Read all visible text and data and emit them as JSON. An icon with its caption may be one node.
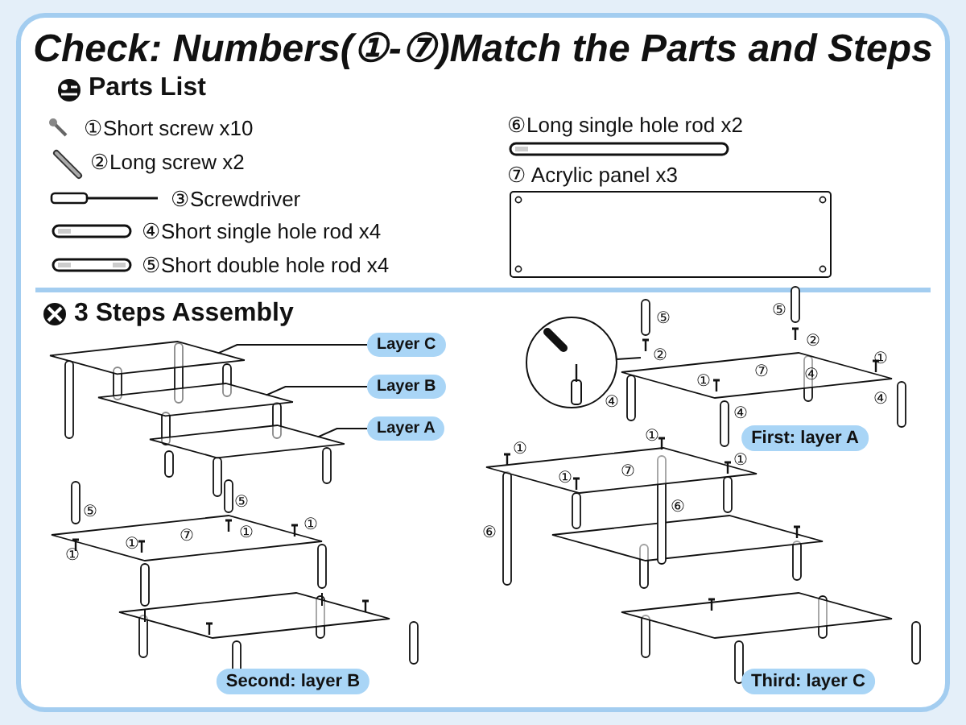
{
  "diagram": {
    "title": "Check: Numbers(①-⑦)Match the Parts and Steps",
    "nodes": [
      {
        "text": [
          "Layer C"
        ]
      },
      {
        "text": [
          "Layer B"
        ]
      },
      {
        "text": [
          "Layer A"
        ]
      },
      {
        "text": [],
        "shape": "panel"
      },
      {
        "text": [],
        "shape": "panel"
      },
      {
        "text": [],
        "shape": "panel"
      }
    ],
    "edges": [
      {
        "from": 0,
        "to": 3,
        "arrow": "none"
      },
      {
        "from": 1,
        "to": 4,
        "arrow": "none"
      },
      {
        "from": 2,
        "to": 5,
        "arrow": "none"
      }
    ],
    "labels": [
      "Parts List",
      "①Short screw x10",
      "②Long screw x2",
      "③Screwdriver",
      "④Short single hole rod x4",
      "⑤Short double hole rod x4",
      "⑥Long single hole rod x2",
      "⑦ Acrylic panel x3",
      "3 Steps Assembly",
      "⑤",
      "⑤",
      "②",
      "②",
      "①",
      "⑦",
      "④",
      "①",
      "④",
      "④",
      "④",
      "First: layer A",
      "⑤",
      "⑤",
      "①",
      "①",
      "⑦",
      "①",
      "①",
      "Second: layer B",
      "①",
      "①",
      "①",
      "⑦",
      "①",
      "⑥",
      "⑥",
      "Third: layer C"
    ]
  }
}
